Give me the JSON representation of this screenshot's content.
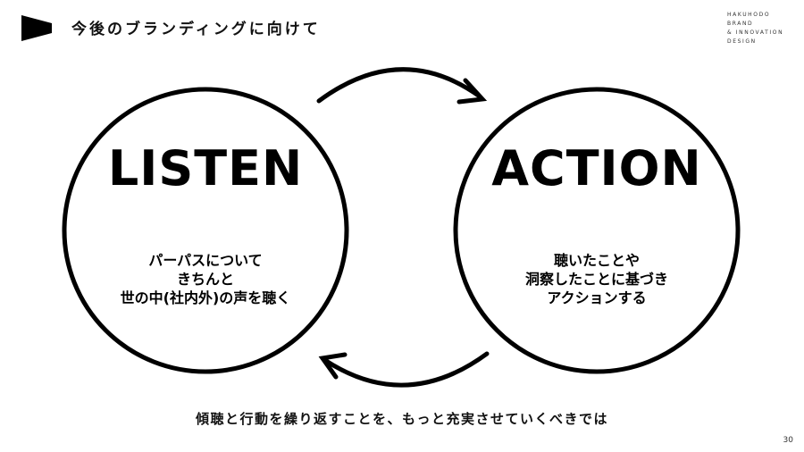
{
  "header": {
    "title": "今後のブランディングに向けて",
    "brand_lines": [
      "HAKUHODO",
      "BRAND",
      "& INNOVATION",
      "DESIGN"
    ]
  },
  "listen": {
    "heading": "LISTEN",
    "lines": [
      "パーパスについて",
      "きちんと",
      "世の中(社内外)の声を聴く"
    ]
  },
  "action": {
    "heading": "ACTION",
    "lines": [
      "聴いたことや",
      "洞察したことに基づき",
      "アクションする"
    ]
  },
  "caption": "傾聴と行動を繰り返すことを、もっと充実させていくべきでは",
  "page_number": "30",
  "colors": {
    "ink": "#000000",
    "background": "#ffffff"
  },
  "icons": {
    "logo": "flag-shape-icon",
    "cycle": "cycle-arrow-icon"
  }
}
